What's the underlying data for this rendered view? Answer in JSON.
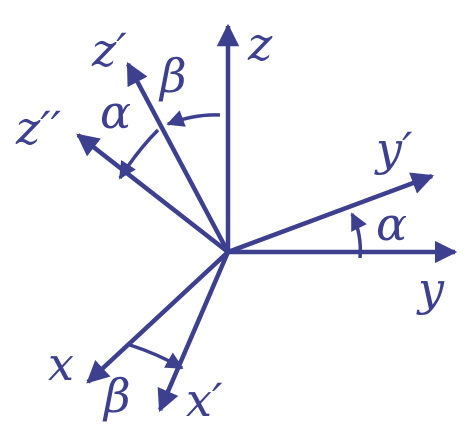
{
  "colors": {
    "ink": "#3d3f8f",
    "background": "#ffffff"
  },
  "axes": [
    {
      "id": "z",
      "label": "z"
    },
    {
      "id": "y",
      "label": "y"
    },
    {
      "id": "yp",
      "label": "y′"
    },
    {
      "id": "zp",
      "label": "z′"
    },
    {
      "id": "zpp",
      "label": "z′′"
    },
    {
      "id": "x",
      "label": "x"
    },
    {
      "id": "xp",
      "label": "x′"
    }
  ],
  "angles": [
    {
      "id": "alpha-y",
      "label": "α",
      "from": "y",
      "to": "yp"
    },
    {
      "id": "alpha-z",
      "label": "α",
      "from": "zp",
      "to": "zpp"
    },
    {
      "id": "beta-z",
      "label": "β",
      "from": "z",
      "to": "zp"
    },
    {
      "id": "beta-x",
      "label": "β",
      "from": "x",
      "to": "xp"
    }
  ]
}
